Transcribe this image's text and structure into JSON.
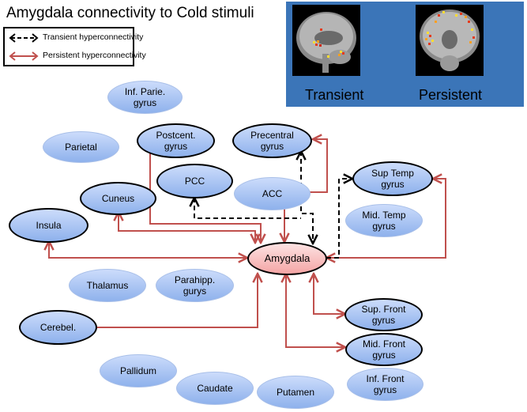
{
  "title": "Amygdala connectivity to Cold stimuli",
  "legend": {
    "transient": "Transient hyperconnectivity",
    "persistent": "Persistent hyperconnectivity"
  },
  "images": {
    "left_label": "Transient",
    "right_label": "Persistent"
  },
  "colors": {
    "persistent_arrow": "#c0504d",
    "transient_arrow": "#000000",
    "node_fill": "#b3cbf5",
    "amygdala_fill": "#f7b9b9",
    "image_panel": "#3b75b8"
  },
  "nodes": {
    "amygdala": "Amygdala",
    "inf_parie": "Inf. Parie.\ngyrus",
    "parietal": "Parietal",
    "postcent": "Postcent.\ngyrus",
    "precentral": "Precentral\ngyrus",
    "pcc": "PCC",
    "acc": "ACC",
    "sup_temp": "Sup Temp\ngyrus",
    "mid_temp": "Mid. Temp\ngyrus",
    "cuneus": "Cuneus",
    "insula": "Insula",
    "thalamus": "Thalamus",
    "parahipp": "Parahipp.\ngurys",
    "cerebel": "Cerebel.",
    "sup_front": "Sup. Front\ngyrus",
    "mid_front": "Mid. Front\ngyrus",
    "pallidum": "Pallidum",
    "caudate": "Caudate",
    "putamen": "Putamen",
    "inf_front": "Inf. Front\ngyrus"
  }
}
